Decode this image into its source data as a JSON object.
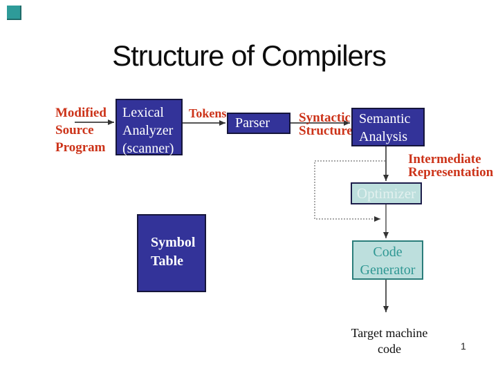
{
  "slide": {
    "title": "Structure of Compilers",
    "page_number": "1"
  },
  "colors": {
    "node_blue_fill": "#333399",
    "node_cyan_fill": "#BDDFDD",
    "edge_label_red": "#CC3319",
    "code_generator_text_teal": "#2F9793",
    "corner_marker_teal": "#2E9B99",
    "connector_gray": "#3c3c3c",
    "dotted_gray": "#999999"
  },
  "nodes": {
    "lexical": {
      "lines": [
        "Lexical",
        "Analyzer",
        "(scanner)"
      ]
    },
    "parser": {
      "label": "Parser"
    },
    "semantic": {
      "lines": [
        "Semantic",
        "Analysis"
      ]
    },
    "optimizer": {
      "label": "Optimizer"
    },
    "code_generator": {
      "lines": [
        "Code",
        "Generator"
      ]
    },
    "symbol_table": {
      "lines": [
        "Symbol",
        "Table"
      ]
    }
  },
  "edge_labels": {
    "input": {
      "lines": [
        "Modified",
        "Source",
        "Program"
      ]
    },
    "tokens": "Tokens",
    "syntactic": {
      "lines": [
        "Syntactic",
        "Structure"
      ]
    },
    "intermediate": {
      "lines": [
        "Intermediate",
        "Representation"
      ]
    },
    "output": {
      "lines": [
        "Target machine",
        "code"
      ]
    }
  },
  "edges": [
    "modified-source-program -> lexical-analyzer",
    "lexical-analyzer -> parser (tokens)",
    "parser -> semantic-analysis (syntactic structure)",
    "semantic-analysis -> optimizer (intermediate representation)",
    "optimizer -> code-generator",
    "semantic-analysis -> code-generator (dotted bypass)",
    "code-generator -> target-machine-code"
  ]
}
